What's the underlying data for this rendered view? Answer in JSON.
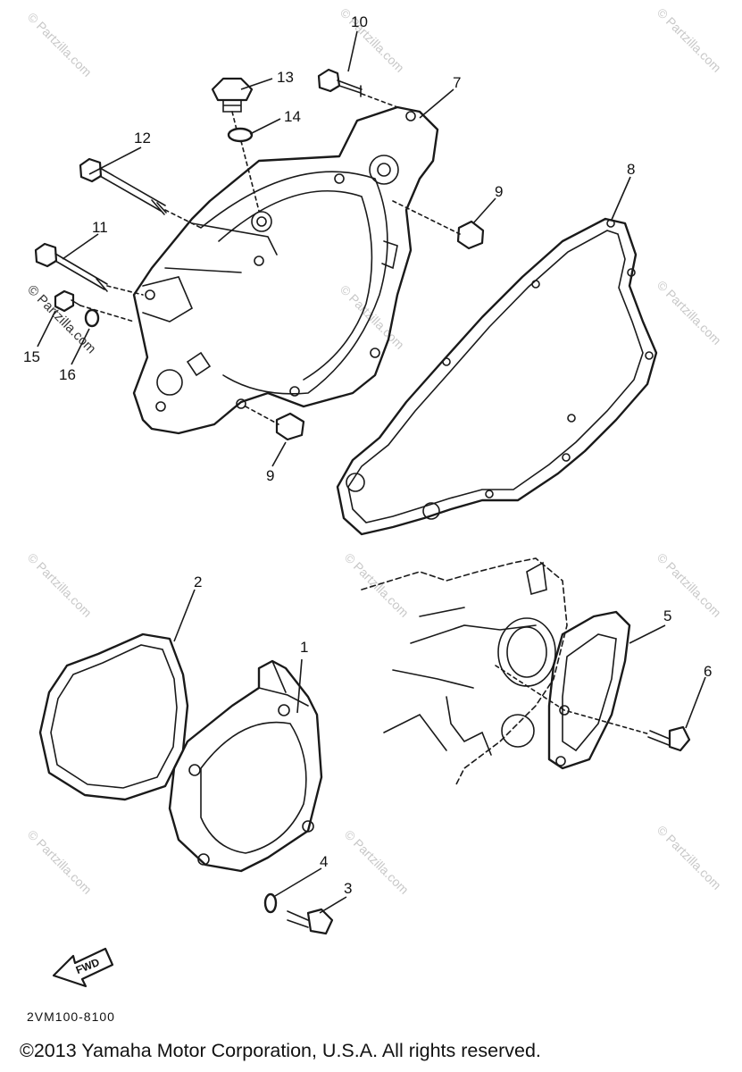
{
  "callouts": [
    "1",
    "2",
    "3",
    "4",
    "5",
    "6",
    "7",
    "8",
    "9",
    "9",
    "10",
    "11",
    "12",
    "13",
    "14",
    "15",
    "16"
  ],
  "watermark": "© Partzilla.com",
  "fwd_label": "FWD",
  "drawing_code": "2VM100-8100",
  "copyright": "©2013  Yamaha Motor Corporation, U.S.A. All rights reserved."
}
